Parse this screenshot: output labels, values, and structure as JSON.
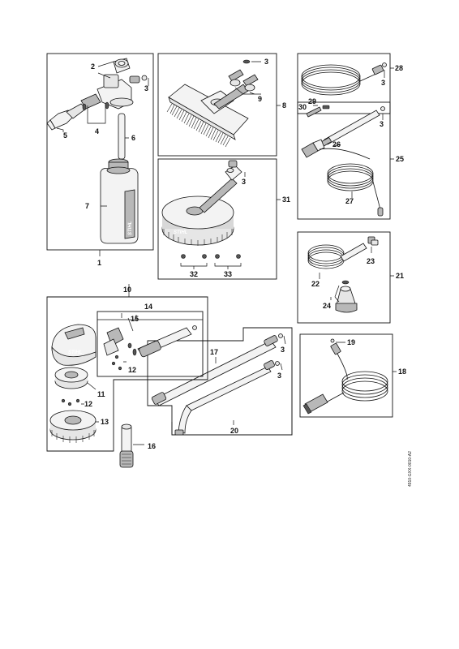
{
  "diagram": {
    "callouts": {
      "c1": "1",
      "c2": "2",
      "c3": "3",
      "c4": "4",
      "c5": "5",
      "c6": "6",
      "c7": "7",
      "c8": "8",
      "c9": "9",
      "c10": "10",
      "c11": "11",
      "c12": "12",
      "c13": "13",
      "c14": "14",
      "c15": "15",
      "c16": "16",
      "c17": "17",
      "c18": "18",
      "c19": "19",
      "c20": "20",
      "c21": "21",
      "c22": "22",
      "c23": "23",
      "c24": "24",
      "c25": "25",
      "c26": "26",
      "c27": "27",
      "c28": "28",
      "c29": "29",
      "c30": "30",
      "c31": "31",
      "c32": "32",
      "c33": "33"
    },
    "vertical_code": "4910-GXX-0010-A2",
    "logo_text": "STIHL"
  }
}
